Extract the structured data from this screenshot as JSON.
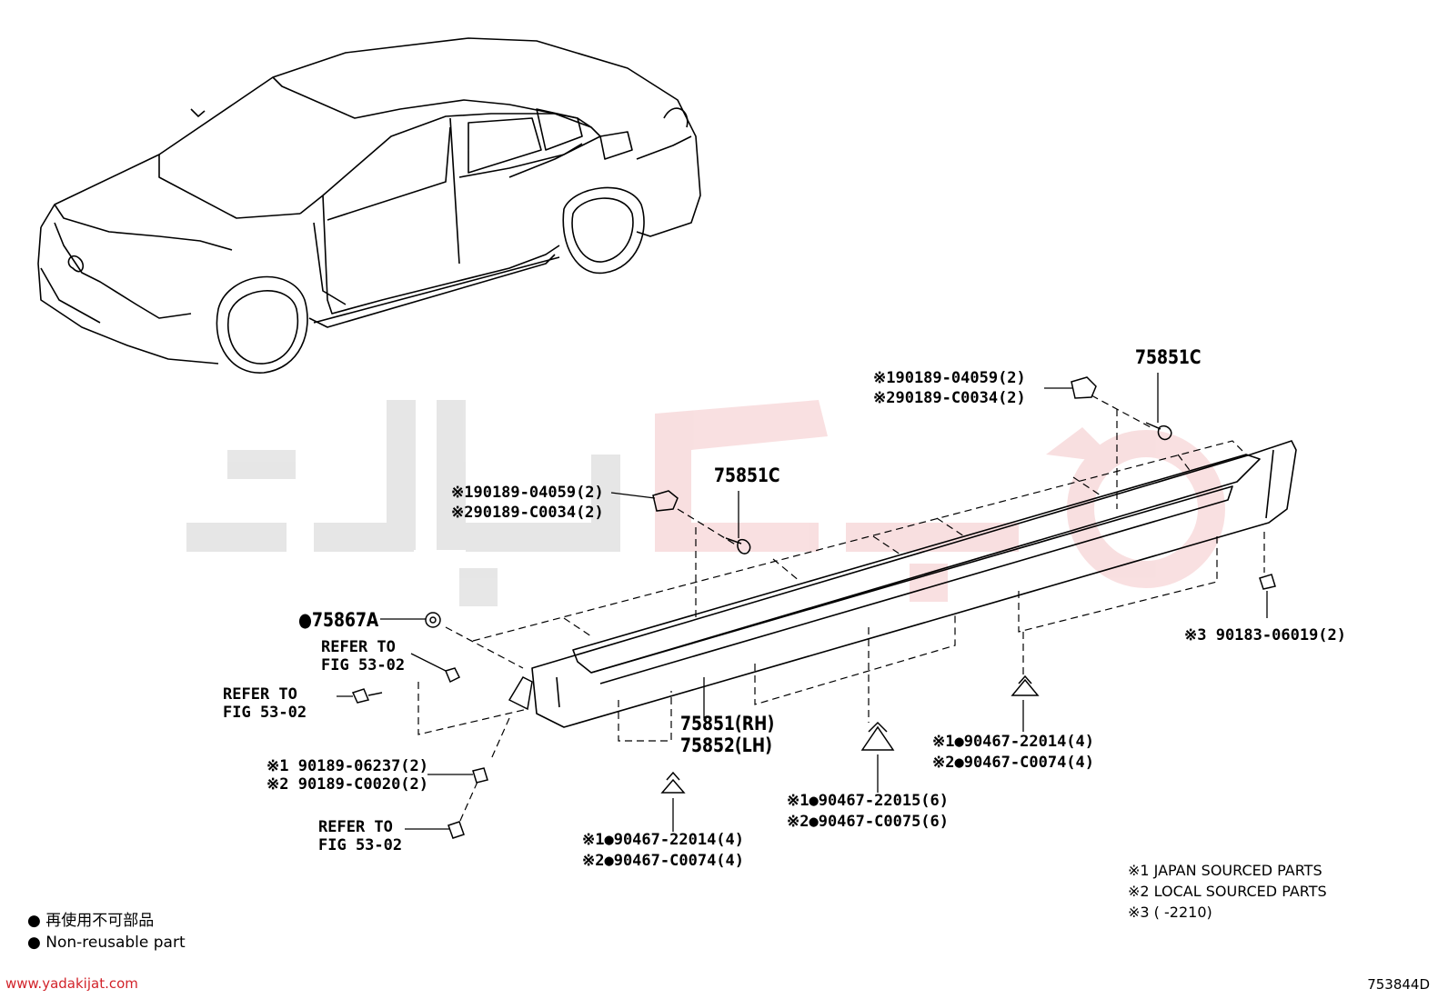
{
  "diagram": {
    "part_numbers": {
      "main_rh": "75851(RH)",
      "main_lh": "75852(LH)",
      "clip_left": "75851C",
      "clip_right": "75851C",
      "pad": "●75867A"
    },
    "callouts": {
      "left_clip_line1": "※190189-04059(2)",
      "left_clip_line2": "※290189-C0034(2)",
      "right_clip_line1": "※190189-04059(2)",
      "right_clip_line2": "※290189-C0034(2)",
      "screw_line1": "※1 90189-06237(2)",
      "screw_line2": "※2 90189-C0020(2)",
      "fastener_a_line1": "※1●90467-22014(4)",
      "fastener_a_line2": "※2●90467-C0074(4)",
      "fastener_b_line1": "※1●90467-22015(6)",
      "fastener_b_line2": "※2●90467-C0075(6)",
      "fastener_c_line1": "※1●90467-22014(4)",
      "fastener_c_line2": "※2●90467-C0074(4)",
      "end_clip": "※3 90183-06019(2)"
    },
    "refer_to": {
      "a_line1": "REFER TO",
      "a_line2": "FIG 53-02",
      "b_line1": "REFER TO",
      "b_line2": "FIG 53-02",
      "c_line1": "REFER TO",
      "c_line2": "FIG 53-02"
    },
    "notes": {
      "n1": "※1 JAPAN SOURCED PARTS",
      "n2": "※2 LOCAL SOURCED PARTS",
      "n3": "※3 (        -2210)"
    },
    "legend": {
      "jp": "● 再使用不可部品",
      "en": "● Non-reusable part"
    },
    "footer": {
      "url": "www.yadakijat.com",
      "figure_code": "753844D"
    },
    "watermark_color": "#d2232a"
  }
}
